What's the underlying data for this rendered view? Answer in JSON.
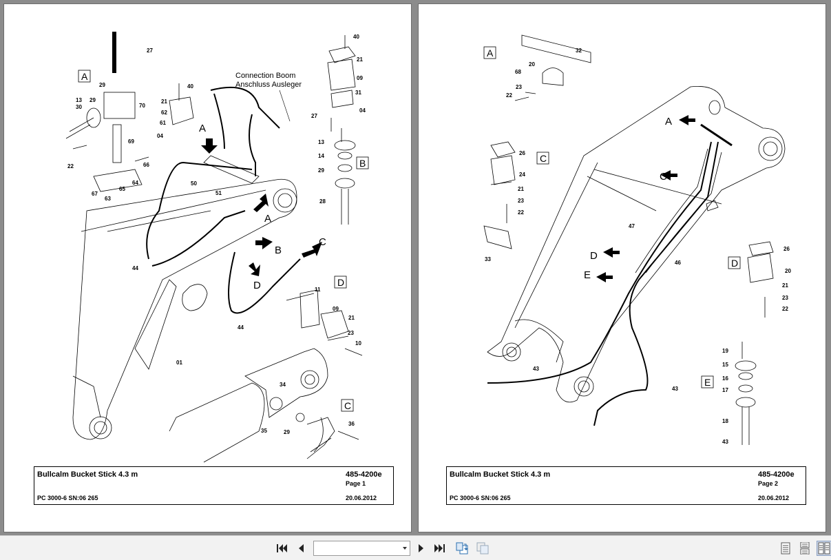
{
  "pages": [
    {
      "title": "Bullcalm Bucket Stick 4.3 m",
      "doc_no": "485-4200e",
      "page": "Page 1",
      "model": "PC 3000-6 SN:06 265",
      "date": "20.06.2012",
      "caption_line1": "Connection Boom",
      "caption_line2": "Anschluss Ausleger",
      "sections": [
        "A",
        "B",
        "C",
        "D"
      ],
      "arrows": [
        "A",
        "A",
        "B",
        "C",
        "D"
      ],
      "parts": [
        "27",
        "29",
        "13",
        "30",
        "29",
        "70",
        "69",
        "22",
        "66",
        "67",
        "63",
        "65",
        "64",
        "40",
        "21",
        "62",
        "61",
        "04",
        "50",
        "51",
        "44",
        "44",
        "01",
        "34",
        "35",
        "29",
        "36",
        "40",
        "21",
        "09",
        "31",
        "04",
        "27",
        "13",
        "14",
        "29",
        "28",
        "11",
        "09",
        "21",
        "23",
        "10"
      ]
    },
    {
      "title": "Bullcalm Bucket Stick 4.3 m",
      "doc_no": "485-4200e",
      "page": "Page 2",
      "model": "PC 3000-6 SN:06 265",
      "date": "20.06.2012",
      "sections": [
        "A",
        "C",
        "D",
        "E"
      ],
      "arrows": [
        "A",
        "C",
        "D",
        "E"
      ],
      "parts": [
        "32",
        "20",
        "68",
        "23",
        "22",
        "26",
        "24",
        "21",
        "23",
        "22",
        "33",
        "47",
        "46",
        "43",
        "43",
        "26",
        "20",
        "21",
        "23",
        "22",
        "19",
        "15",
        "16",
        "17",
        "18",
        "43"
      ]
    }
  ],
  "toolbar": {
    "page_select_value": "",
    "icons": [
      "first-page-icon",
      "previous-page-icon",
      "next-page-icon",
      "last-page-icon",
      "go-back-icon",
      "go-forward-icon",
      "single-page-view-icon",
      "continuous-view-icon",
      "facing-pages-view-icon"
    ]
  },
  "colors": {
    "viewer_bg": "#8c8c8c",
    "toolbar_bg": "#f2f2f2",
    "line": "#000000"
  }
}
